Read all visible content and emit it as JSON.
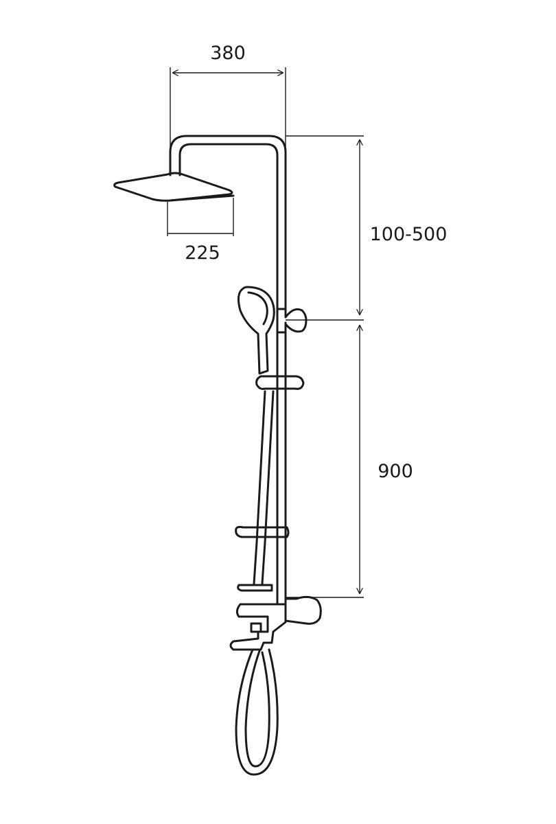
{
  "dimensions": {
    "head_span": "380",
    "head_width": "225",
    "height_adjust": "100-500",
    "rail_length": "900"
  },
  "colors": {
    "line": "#1a1a1a",
    "background": "#ffffff"
  }
}
